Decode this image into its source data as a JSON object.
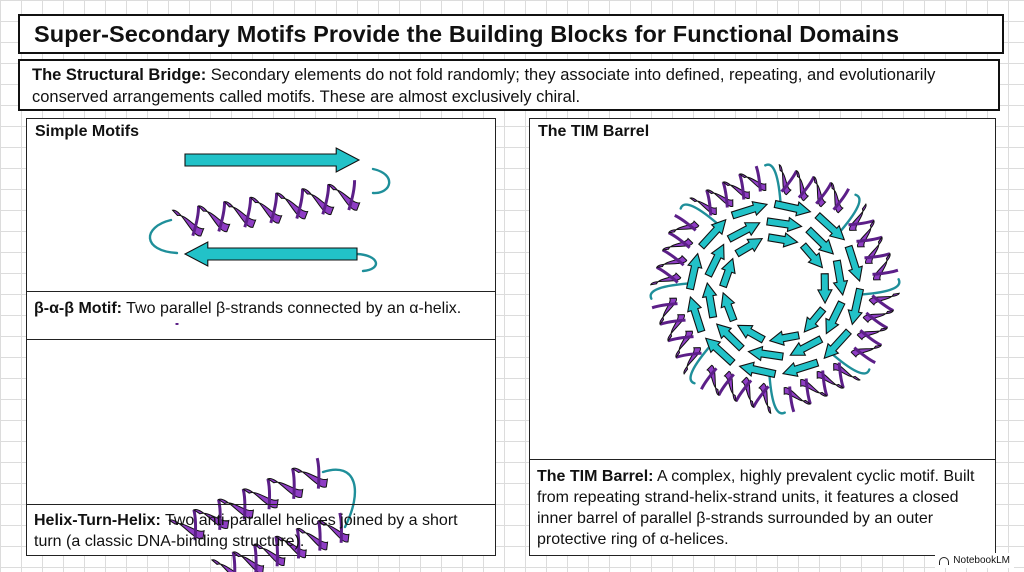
{
  "header": {
    "title": "Super-Secondary Motifs Provide the Building Blocks for Functional Domains"
  },
  "intro": {
    "label": "The Structural Bridge:",
    "text": " Secondary elements do not fold randomly; they associate into defined, repeating, and evolutionarily conserved arrangements called motifs. These are almost exclusively chiral."
  },
  "left_panel": {
    "heading": "Simple Motifs",
    "bab": {
      "label": "β-α-β Motif:",
      "text": " Two parallel β-strands connected by an α-helix."
    },
    "hth": {
      "label": "Helix-Turn-Helix:",
      "text": " Two anti-parallel helices joined by a short turn (a classic DNA-binding structure)."
    }
  },
  "right_panel": {
    "heading": "The TIM Barrel",
    "caption": {
      "label": "The TIM Barrel:",
      "text": " A complex, highly prevalent cyclic motif. Built from repeating strand-helix-strand units, it features a closed inner barrel of parallel β-strands surrounded by an outer protective ring of α-helices."
    }
  },
  "branding": {
    "logo_text": "NotebookLM"
  },
  "colors": {
    "helix": "#8e3dc4",
    "helix_dark": "#5c1f88",
    "strand": "#22c2c8",
    "loop": "#1f8f9a",
    "outline": "#111111"
  }
}
